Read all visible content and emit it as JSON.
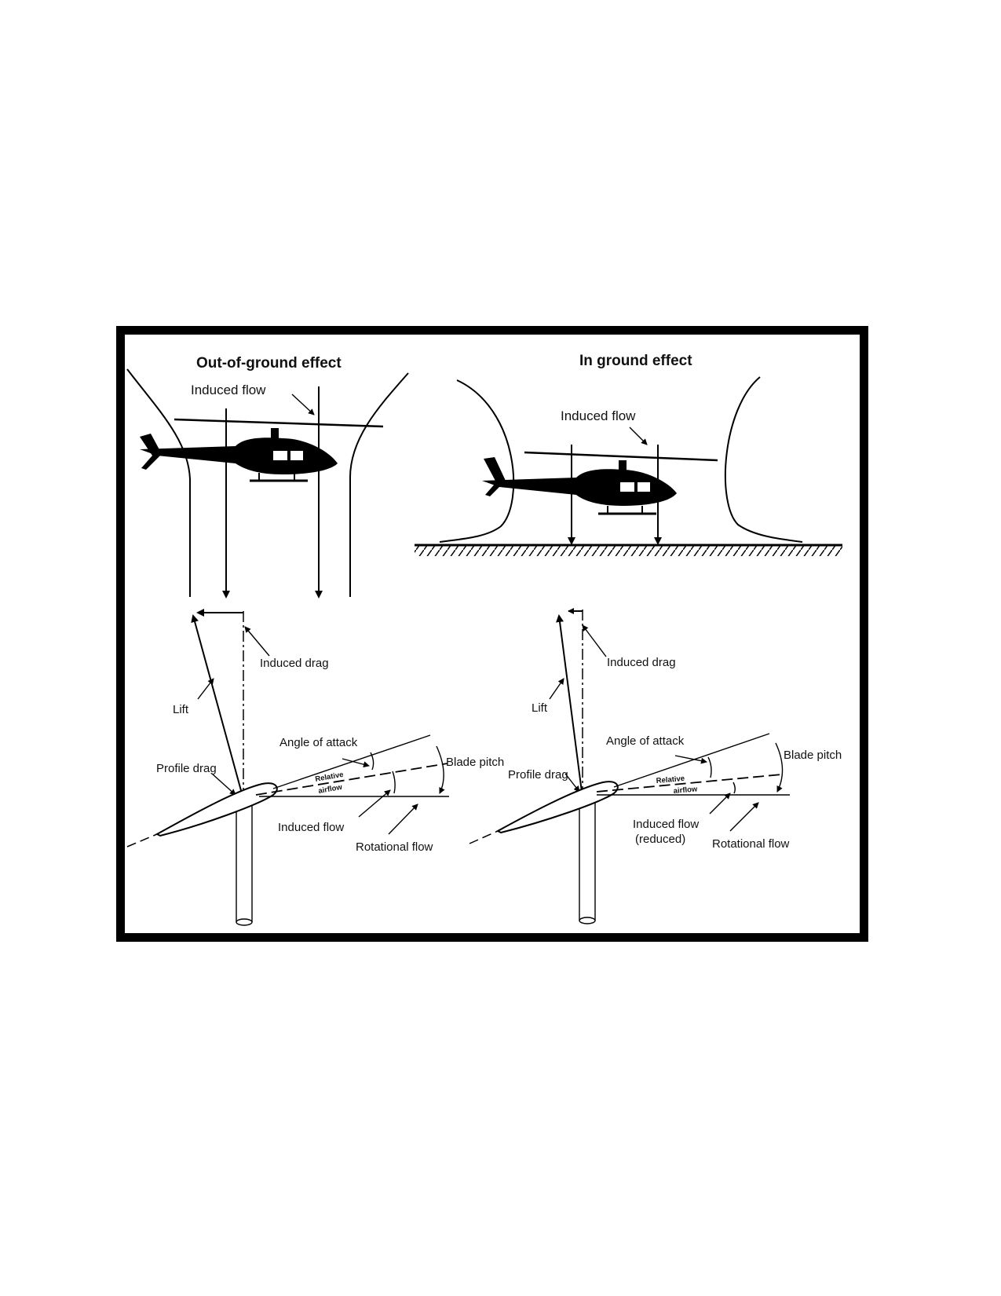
{
  "left_panel": {
    "title": "Out-of-ground effect",
    "induced_flow_label": "Induced flow",
    "labels": {
      "induced_drag": "Induced drag",
      "lift": "Lift",
      "angle_of_attack": "Angle of attack",
      "blade_pitch": "Blade pitch",
      "profile_drag": "Profile drag",
      "relative": "Relative",
      "airflow": "airflow",
      "induced_flow": "Induced flow",
      "rotational_flow": "Rotational flow"
    }
  },
  "right_panel": {
    "title": "In ground effect",
    "induced_flow_label": "Induced flow",
    "labels": {
      "induced_drag": "Induced drag",
      "lift": "Lift",
      "angle_of_attack": "Angle of attack",
      "blade_pitch": "Blade pitch",
      "profile_drag": "Profile drag",
      "relative": "Relative",
      "airflow": "airflow",
      "induced_flow": "Induced flow",
      "induced_flow_reduced": "(reduced)",
      "rotational_flow": "Rotational flow"
    }
  },
  "colors": {
    "ink": "#000000",
    "background": "#ffffff"
  }
}
